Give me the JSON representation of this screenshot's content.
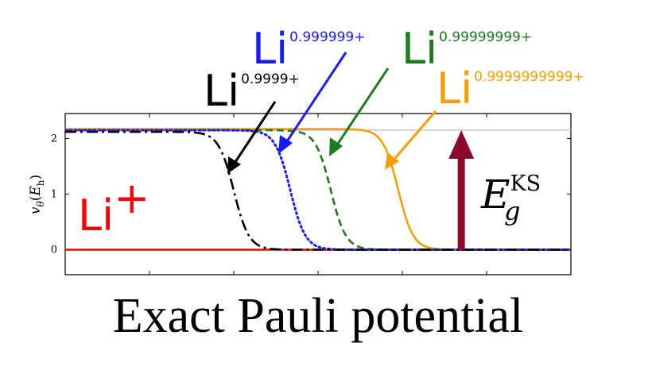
{
  "chart_data": {
    "type": "line",
    "title": "Exact  Pauli  potential",
    "ylabel_symbol": "v",
    "ylabel_sub": "θ",
    "ylabel_arg_symbol": "E",
    "ylabel_arg_sub": "h",
    "xlim": [
      0,
      6
    ],
    "ylim": [
      -0.45,
      2.45
    ],
    "yticks": [
      0,
      1,
      2
    ],
    "ytick_labels": [
      "0",
      "1",
      "2"
    ],
    "xticks": [
      1,
      2,
      3,
      4,
      5
    ],
    "grid": false,
    "reference_line_y": 2.15,
    "series": [
      {
        "name": "Li",
        "sup": "+",
        "label_color": "#ff0000",
        "color": "#ff0000",
        "style": "solid",
        "step_x": null,
        "high": 0.0
      },
      {
        "name": "Li",
        "sup": "0.9999+",
        "label_color": "#000000",
        "color": "#000000",
        "style": "dashdot",
        "step_x": 2.0,
        "high": 2.12
      },
      {
        "name": "Li",
        "sup": "0.999999+",
        "label_color": "#1a1aff",
        "color": "#1a1aff",
        "style": "dotted",
        "step_x": 2.67,
        "high": 2.15
      },
      {
        "name": "Li",
        "sup": "0.99999999+",
        "label_color": "#1e7a1e",
        "color": "#1e7a1e",
        "style": "dashed",
        "step_x": 3.15,
        "high": 2.15
      },
      {
        "name": "Li",
        "sup": "0.9999999999+",
        "label_color": "#f5a000",
        "color": "#f5a000",
        "style": "solid",
        "step_x": 3.95,
        "high": 2.17
      }
    ],
    "gap_arrow": {
      "color": "#8b0a2e",
      "x": 4.7,
      "y_from": 0.0,
      "y_to": 2.15,
      "label_main": "E",
      "label_sup": "KS",
      "label_sub": "g"
    }
  }
}
